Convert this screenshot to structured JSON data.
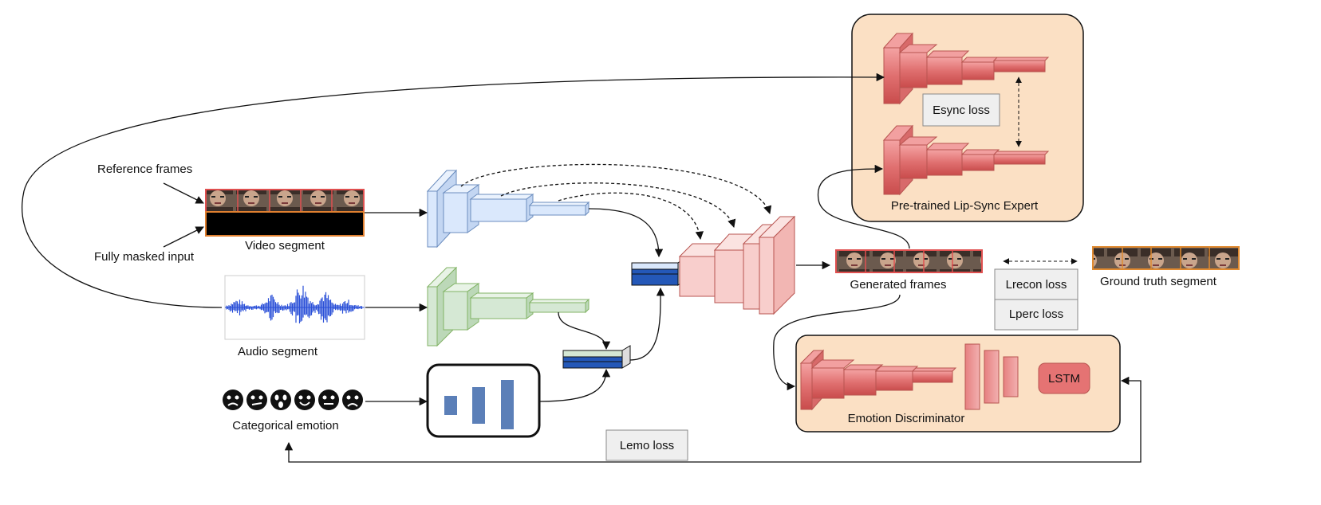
{
  "labels": {
    "reference_frames": "Reference frames",
    "fully_masked_input": "Fully masked input",
    "video_segment": "Video segment",
    "audio_segment": "Audio segment",
    "categorical_emotion": "Categorical emotion",
    "generated_frames": "Generated frames",
    "ground_truth_segment": "Ground truth segment",
    "lipsync_expert": "Pre-trained Lip-Sync Expert",
    "emotion_discriminator": "Emotion Discriminator"
  },
  "losses": {
    "esync": "Esync loss",
    "lrecon": "Lrecon loss",
    "lperc": "Lperc loss",
    "lemo": "Lemo loss"
  },
  "modules": {
    "lstm": "LSTM"
  },
  "emotions": [
    "angry",
    "disgust",
    "fear",
    "happy",
    "neutral",
    "sad"
  ],
  "colors": {
    "video_encoder": "#dae8fc",
    "audio_encoder": "#d5e8d4",
    "emotion_encoder": "#5b7fb8",
    "decoder": "#f8cecc",
    "discriminator_blocks": "#e06666",
    "panel_fill": "#fbe0c4",
    "embedding_dark": "#2458b8"
  }
}
